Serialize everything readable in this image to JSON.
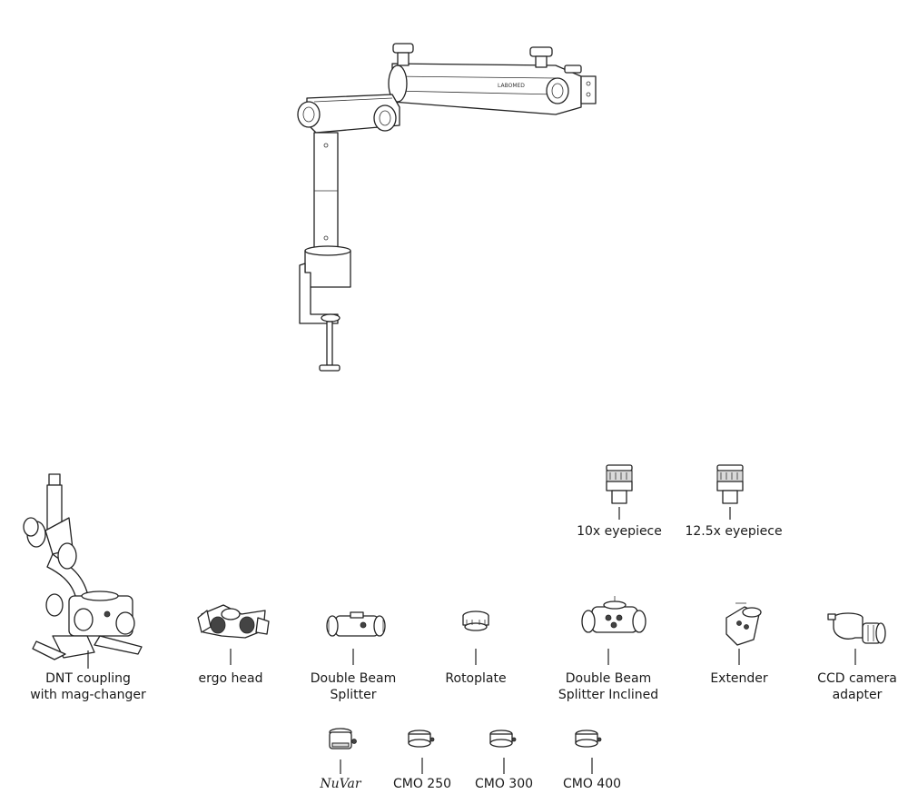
{
  "arm": {
    "brand_text": "LABOMED"
  },
  "components": [
    {
      "id": "dnt",
      "label": "DNT coupling\nwith mag-changer"
    },
    {
      "id": "ergo",
      "label": "ergo head"
    },
    {
      "id": "dbs",
      "label": "Double Beam\nSplitter"
    },
    {
      "id": "roto",
      "label": "Rotoplate"
    },
    {
      "id": "dbsi",
      "label": "Double Beam\nSplitter Inclined"
    },
    {
      "id": "ext",
      "label": "Extender"
    },
    {
      "id": "ccd",
      "label": "CCD camera\nadapter"
    }
  ],
  "eyepieces": [
    {
      "id": "ep10",
      "label": "10x eyepiece"
    },
    {
      "id": "ep125",
      "label": "12.5x eyepiece"
    }
  ],
  "objectives": [
    {
      "id": "nuvar",
      "label": "NuVar"
    },
    {
      "id": "cmo250",
      "label": "CMO 250"
    },
    {
      "id": "cmo300",
      "label": "CMO 300"
    },
    {
      "id": "cmo400",
      "label": "CMO 400"
    }
  ]
}
